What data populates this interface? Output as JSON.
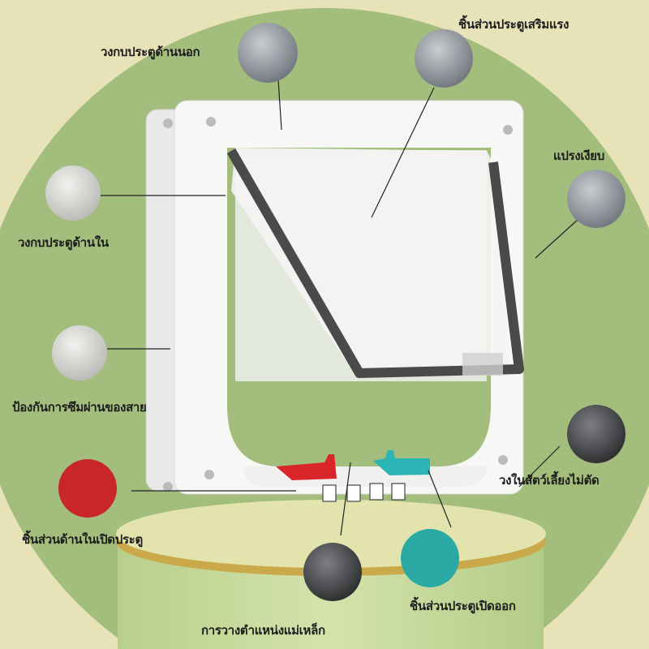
{
  "labels": {
    "outer_frame": "วงกบประตูด้านนอก",
    "reinforced_part": "ชิ้นส่วนประตูเสริมแรง",
    "silent_brush": "แปรงเงียบ",
    "inner_frame": "วงกบประตูด้านใน",
    "leak_protection": "ป้องกันการซึมผ่านของสาย",
    "pet_safe_ring": "วงในสัตว์เลี้ยงไม่ตัด",
    "inner_open_part": "ชิ้นส่วนด้านในเปิดประตู",
    "magnet_position": "การวางตำแหน่งแม่เหล็ก",
    "outward_open_part": "ชิ้นส่วนประตูเปิดออก"
  },
  "colors": {
    "background": "#e7e2b8",
    "green_disc": "#a3be7c",
    "podium_top": "#dfe2a6",
    "podium_side": "#c3d899",
    "red_lock": "#d8262a",
    "teal_lock": "#2bb5b5"
  }
}
